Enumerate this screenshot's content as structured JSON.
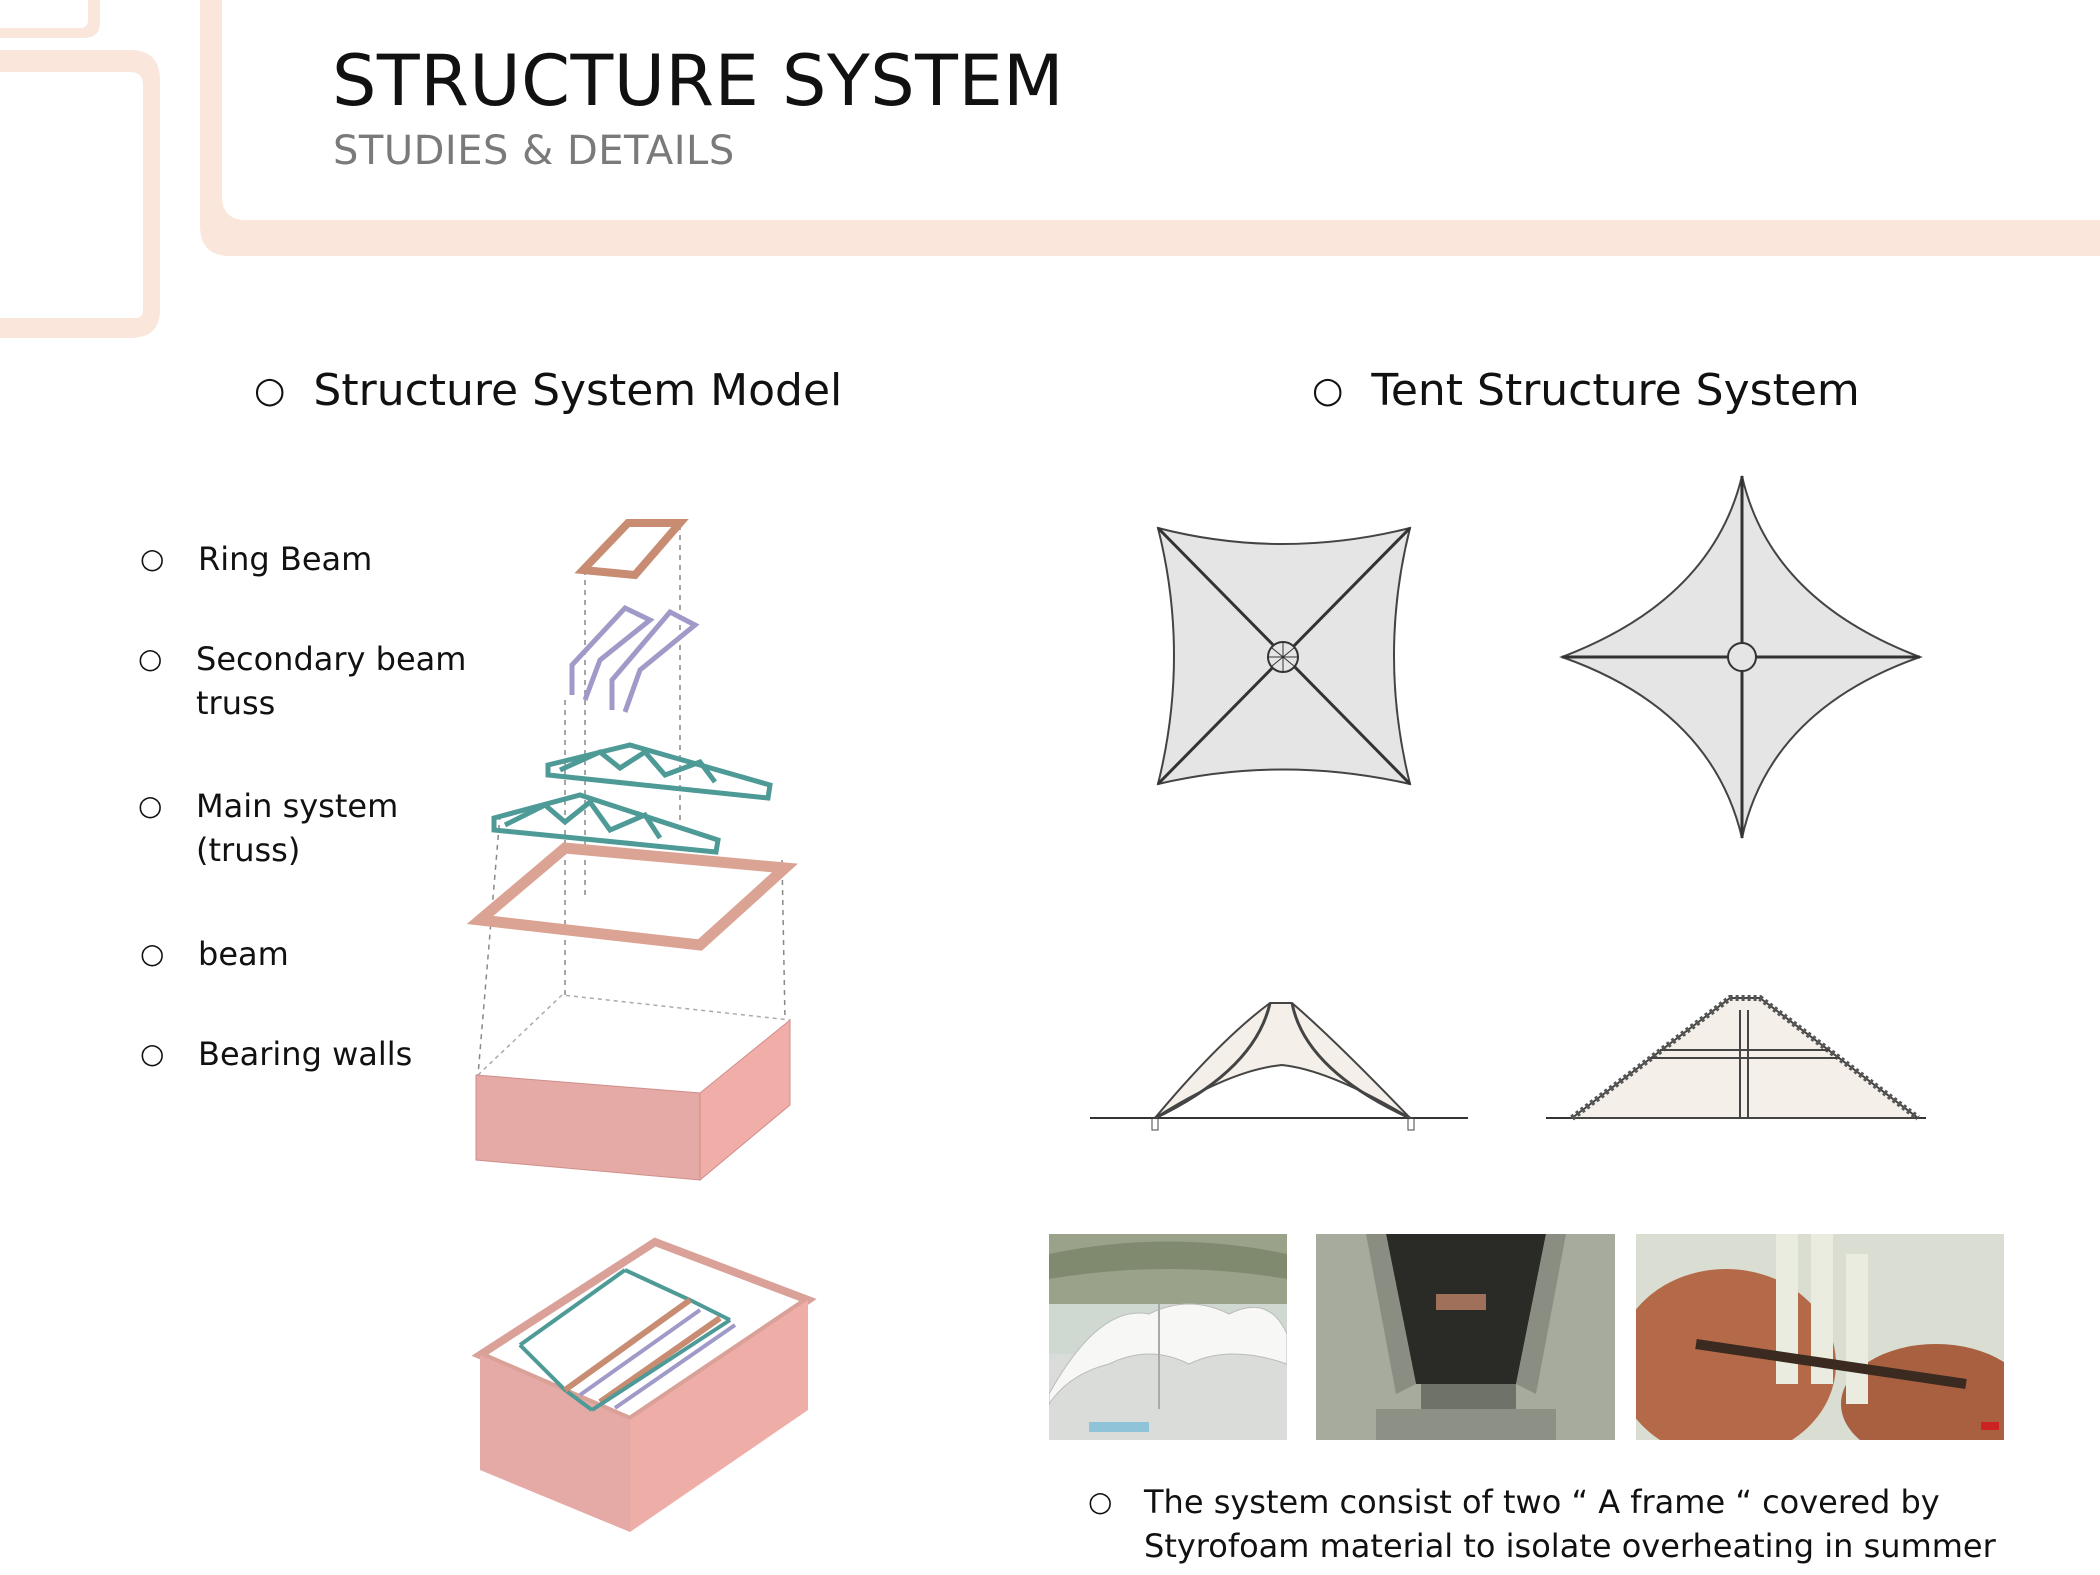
{
  "header": {
    "title": "STRUCTURE SYSTEM",
    "subtitle": "STUDIES & DETAILS"
  },
  "colors": {
    "frame_peach": "#fbe6dc",
    "wall_pink": "#e5aaa6",
    "truss_teal": "#4e9a96",
    "beam_brown": "#c78c72",
    "secondary_purple": "#9f9ac8"
  },
  "left_section": {
    "heading": "Structure System Model",
    "legend": [
      {
        "lines": [
          "Ring Beam"
        ]
      },
      {
        "lines": [
          "Secondary beam",
          "truss"
        ]
      },
      {
        "lines": [
          "Main system",
          "(truss)"
        ]
      },
      {
        "lines": [
          "beam"
        ]
      },
      {
        "lines": [
          "Bearing walls"
        ]
      }
    ]
  },
  "right_section": {
    "heading": "Tent Structure System",
    "caption_lines": [
      "The system consist of two “ A frame “ covered by",
      "Styrofoam material to isolate overheating in summer"
    ]
  },
  "bullet_glyph": "○"
}
